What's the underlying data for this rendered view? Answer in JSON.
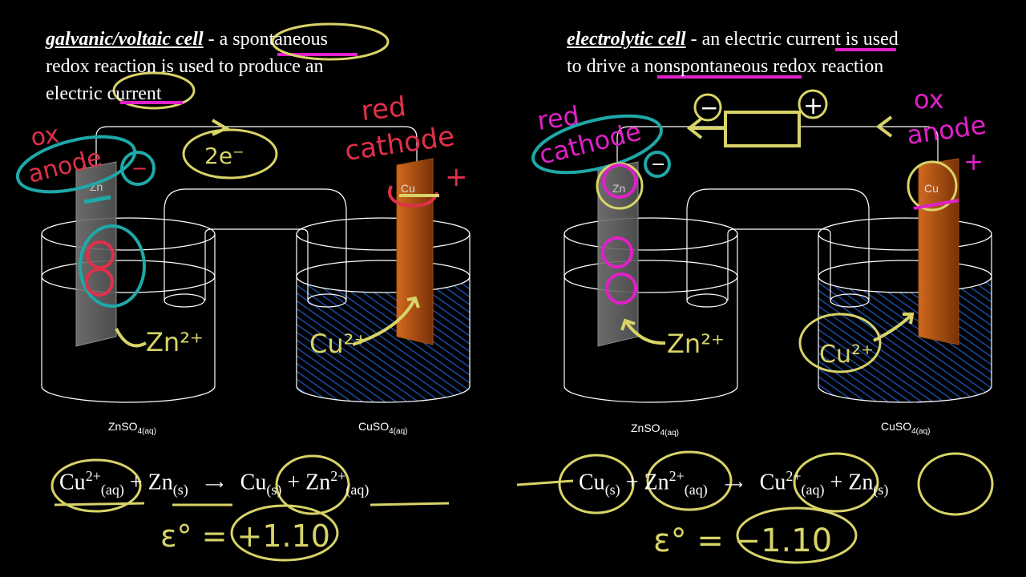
{
  "left": {
    "term": "galvanic/voltaic cell",
    "desc_1": " - a spontaneous",
    "desc_2": "redox reaction is used to produce an",
    "desc_3": "electric current",
    "anode_metal": "Zn",
    "cathode_metal": "Cu",
    "anode_solution": "ZnSO",
    "anode_solution_sub": "4(aq)",
    "cathode_solution": "CuSO",
    "cathode_solution_sub": "4(aq)",
    "equation": {
      "r1": "Cu",
      "r1_sup": "2+",
      "r1_sub": "(aq)",
      "plus1": "+",
      "r2": "Zn",
      "r2_sub": "(s)",
      "arrow": "⟶",
      "p1": "Cu",
      "p1_sub": "(s)",
      "plus2": "+",
      "p2": "Zn",
      "p2_sup": "2+",
      "p2_sub": "(aq)"
    },
    "handwriting": {
      "ox": "ox",
      "anode": "anode",
      "red": "red",
      "cathode": "cathode",
      "electrons": "2e⁻",
      "zn_ion": "Zn²⁺",
      "cu_ion": "Cu²⁺",
      "potential": "ε° = +1.10",
      "minus": "−",
      "plus": "+"
    }
  },
  "right": {
    "term": "electrolytic cell",
    "desc_1": " - an electric current is used",
    "desc_2": "to drive a nonspontaneous redox reaction",
    "anode_metal": "Zn",
    "cathode_metal": "Cu",
    "anode_solution": "ZnSO",
    "anode_solution_sub": "4(aq)",
    "cathode_solution": "CuSO",
    "cathode_solution_sub": "4(aq)",
    "equation": {
      "r1": "Cu",
      "r1_sub": "(s)",
      "plus1": "+",
      "r2": "Zn",
      "r2_sup": "2+",
      "r2_sub": "(aq)",
      "arrow": "⟶",
      "p1": "Cu",
      "p1_sup": "2+",
      "p1_sub": "(aq)",
      "plus2": "+",
      "p2": "Zn",
      "p2_sub": "(s)"
    },
    "handwriting": {
      "ox": "ox",
      "anode": "anode",
      "red": "red",
      "cathode": "cathode",
      "zn_ion": "Zn²⁺",
      "cu_ion": "Cu²⁺",
      "potential": "ε° = −1.10",
      "minus": "−",
      "plus": "+"
    }
  },
  "colors": {
    "yellow_ink": "#d8d468",
    "red_ink": "#e0304a",
    "teal_ink": "#1fa8a8",
    "magenta_ink": "#e020c8",
    "blue_solution": "#1a4aa0",
    "copper": "#b0501a",
    "zinc": "#8a8a8a"
  }
}
